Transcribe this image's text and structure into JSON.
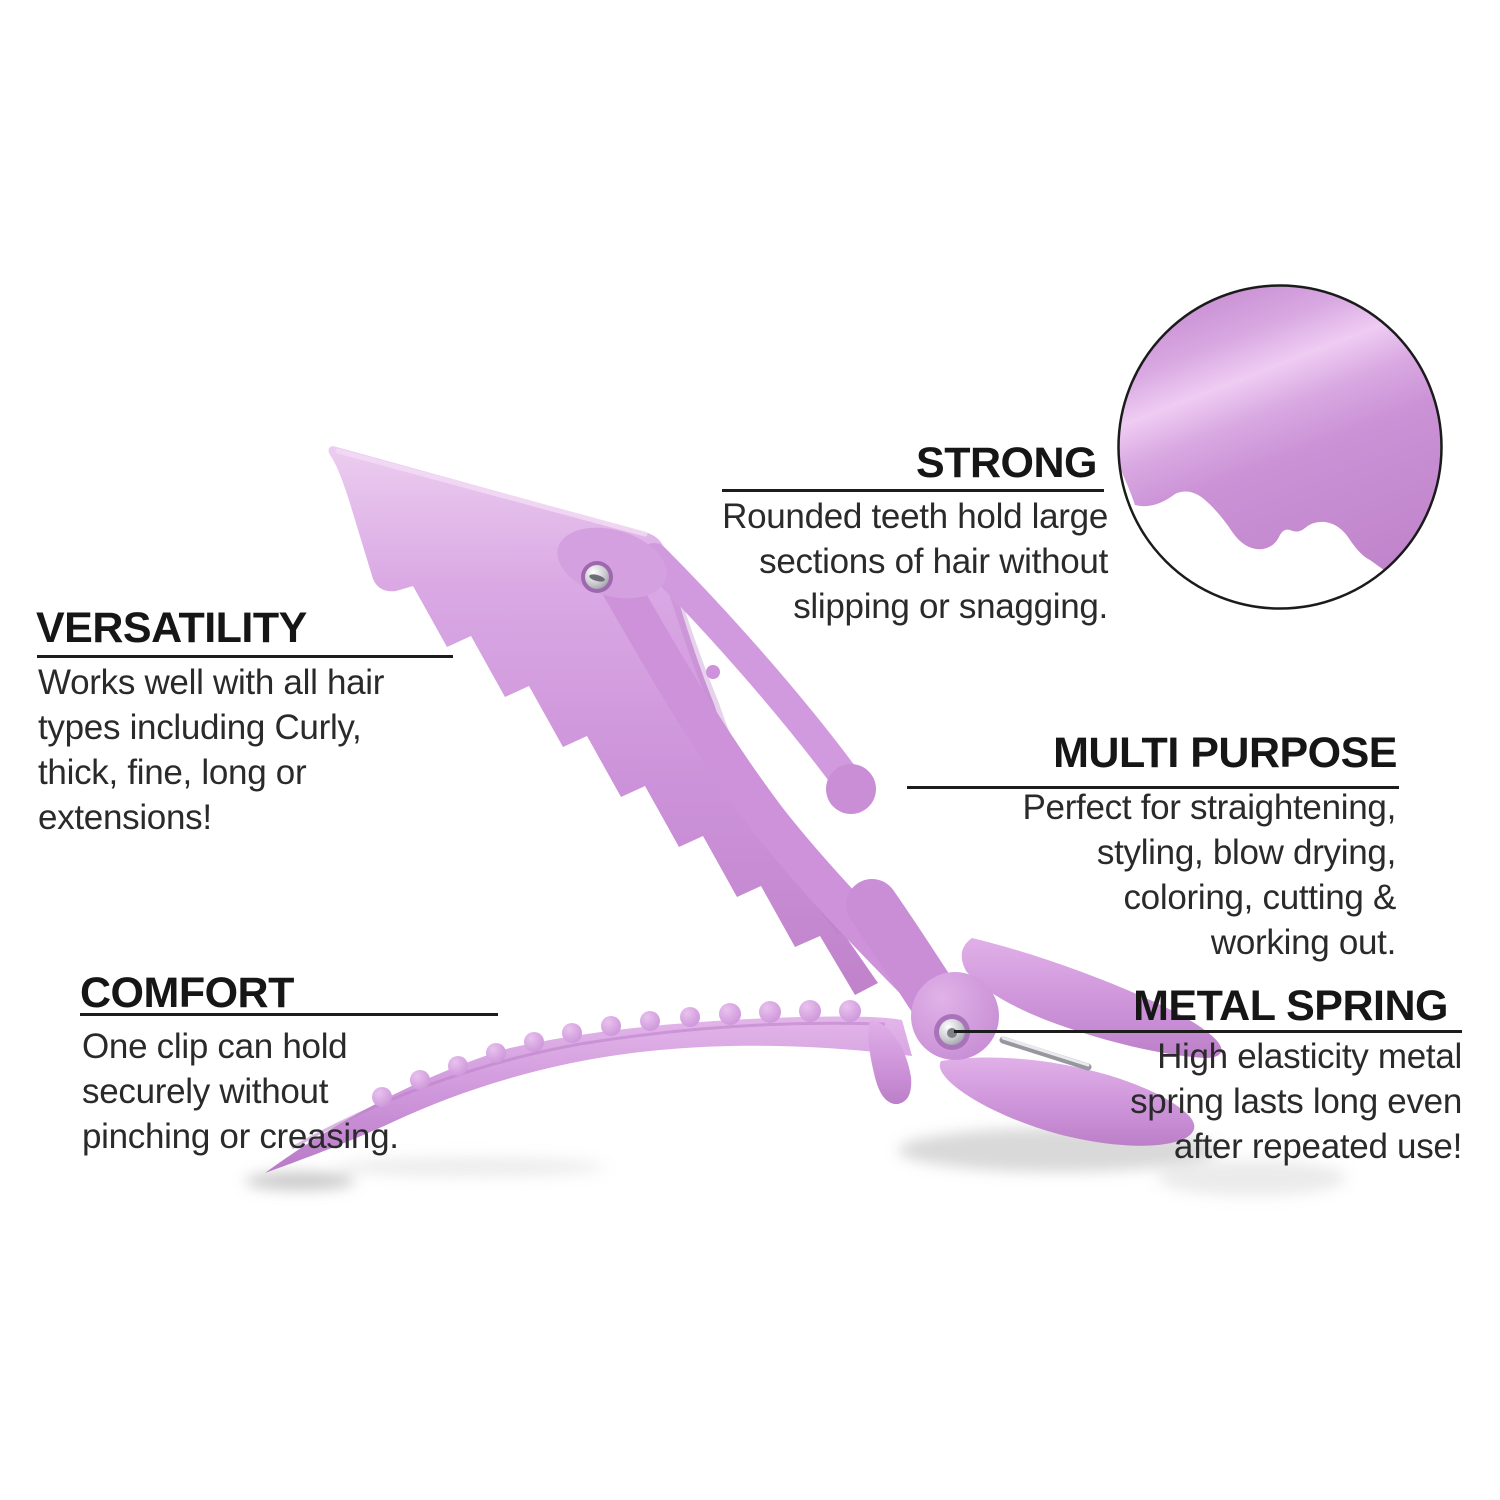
{
  "page": {
    "background": "#ffffff",
    "text_color": "#1d1d1b",
    "callout_line_color": "#1c1c1c"
  },
  "product": {
    "description": "alligator hair sectioning clip",
    "body_color": "#cd93da",
    "highlight_color": "#eccdf0",
    "shade_color": "#b97fc6",
    "metal_color": "#c9c9ce"
  },
  "inset": {
    "description": "rounded teeth close-up",
    "border_color": "#1b1b1b"
  },
  "features": [
    {
      "id": "versatility",
      "title": "VERSATILITY",
      "lines": [
        "Works well with all hair",
        "types including Curly,",
        "thick, fine, long or",
        "extensions!"
      ]
    },
    {
      "id": "strong",
      "title": "STRONG",
      "lines": [
        "Rounded teeth hold large",
        "sections of hair without",
        "slipping or snagging."
      ]
    },
    {
      "id": "multi_purpose",
      "title": "MULTI PURPOSE",
      "lines": [
        "Perfect for straightening,",
        "styling, blow drying,",
        "coloring, cutting &",
        "working out."
      ]
    },
    {
      "id": "comfort",
      "title": "COMFORT",
      "lines": [
        "One clip can hold",
        "securely without",
        "pinching or creasing."
      ]
    },
    {
      "id": "metal_spring",
      "title": "METAL SPRING",
      "lines": [
        "High elasticity metal",
        "spring lasts long even",
        "after repeated use!"
      ]
    }
  ]
}
